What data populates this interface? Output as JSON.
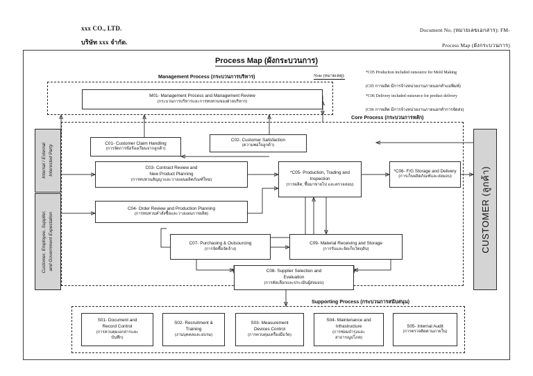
{
  "header": {
    "company_en": "xxx CO., LTD.",
    "company_th": "บริษัท xxx จำกัด.",
    "doc_no": "Document No. (หมายเลขเอกสาร): FM-",
    "doc_name": "Process Map (ผังกระบวนการ)"
  },
  "title": "Process Map (ผังกระบวนการ)",
  "bands": {
    "management": "Management Process (กระบวนการบริหาร)",
    "core": "Core Process (กระบวนการหลัก)",
    "supporting": "Supporting Process (กระบวนการสนับสนุน)"
  },
  "note": {
    "label": "Note (หมายเหตุ):",
    "lines": [
      "*C05 Produciton included outsource for Mold Making",
      "(C05 การผลิต มีการจ้างหน่วยงานภายนอกทำแม่พิมพ์)",
      "*C06 Delivery included outsource for product delivery",
      "(C06 การผลิต มีการจ้างหน่วยงานภายนอกทำการจัดส่ง)"
    ]
  },
  "sidebars": {
    "left_top": "Internal / External\nInterested Party",
    "left_top_l1": "Internal / External",
    "left_top_l2": "Interested Party",
    "left_bottom_l1": "Customer, Employee, Supplier,",
    "left_bottom_l2": "and Government Expectation",
    "right": "CUSTOMER (ลูกค้า)"
  },
  "processes": {
    "m01": {
      "en": "M01- Management Process and Management Review",
      "th": "(กระบวนการบริหารและการทบทวนของฝ่ายบริหาร)"
    },
    "c01": {
      "en": "C01- Customer Claim Handling",
      "th": "(การจัดการข้อร้องเรียนจากลูกค้า)"
    },
    "c02": {
      "en": "C02- Customer Satisfaction",
      "th": "(ความพอใจลูกค้า)"
    },
    "c03": {
      "en": "C03- Contract Review and\nNew Product Planning",
      "en_l1": "C03- Contract Review and",
      "en_l2": "New Product Planning",
      "th": "(การทบทวนสัญญาและวางแผนผลิตภัณฑ์ใหม่)"
    },
    "c04": {
      "en": "C04- Order Review and Production Planning",
      "th": "(การทบทวนคำสั่งซื้อและวางแผนการผลิต)"
    },
    "c05": {
      "en": "*C05- Production, Trading and Inspection",
      "th": "(การผลิต, ซื้อมาขายไป และตรวจสอบ)"
    },
    "c06": {
      "en": "*C06- F/G Storage and Delivery",
      "th": "(การเก็บผลิตภัณฑ์และส่งมอบ)"
    },
    "c07": {
      "en": "C07- Purchasing & Outsourcing",
      "th": "(การจัดซื้อจัดจ้าง)"
    },
    "c08": {
      "en": "C08- Supplier Selection and\nEvaluation",
      "en_l1": "C08- Supplier Selection and",
      "en_l2": "Evaluation",
      "th": "(การคัดเลือกและประเมินผู้ส่งมอบ)"
    },
    "c09": {
      "en": "C09- Material Receiving and Storage",
      "th": "(การรับและจัดเก็บวัตถุดิบ)"
    },
    "s01": {
      "en_l1": "S01- Document and",
      "en_l2": "Record Control",
      "th_l1": "(การควบคุมเอกสารและ",
      "th_l2": "บันทึก)"
    },
    "s02": {
      "en_l1": "S02- Recruitment &",
      "en_l2": "Training",
      "th_l1": "(งานบุคคลและอบรม)",
      "th_l2": ""
    },
    "s03": {
      "en_l1": "S03- Measurement",
      "en_l2": "Devices Control",
      "th_l1": "(การควบคุมเครื่องมือวัด)",
      "th_l2": ""
    },
    "s04": {
      "en_l1": "S04- Maintenance and",
      "en_l2": "Infrastructure",
      "th_l1": "(การซ่อมบำรุงและ",
      "th_l2": "สาธารณูปโภค)"
    },
    "s05": {
      "en_l1": "S05- Internal Audit",
      "en_l2": "",
      "th_l1": "(การตรวจติดตามภายใน)",
      "th_l2": ""
    }
  },
  "colors": {
    "sidebar_fill": "#d4d4d4",
    "line": "#3a3a3a",
    "text": "#111111"
  }
}
